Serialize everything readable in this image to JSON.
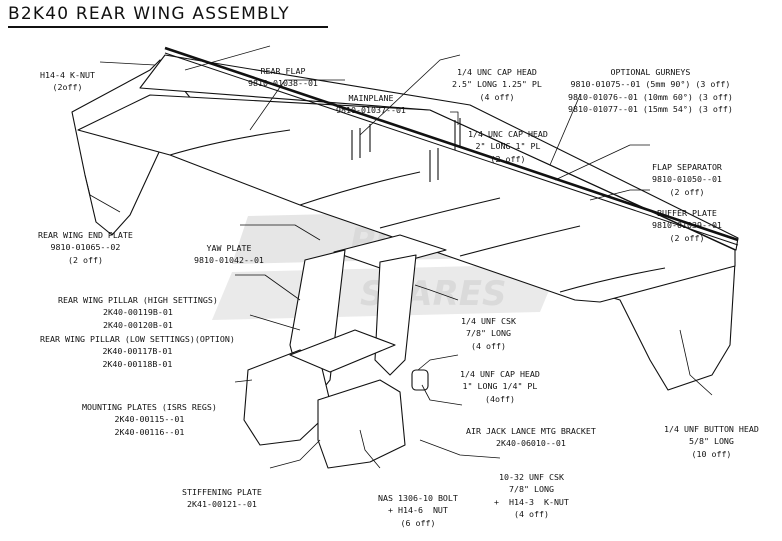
{
  "title": "B2K40 REAR WING ASSEMBLY",
  "watermark": {
    "line1": "PITLANE",
    "line2": "SPARES",
    "color": "#c9c9c9"
  },
  "callouts": {
    "k_nut": [
      "H14-4 K-NUT",
      "(2off)"
    ],
    "rear_flap": [
      "REAR FLAP",
      "9810-01038--01"
    ],
    "mainplane": [
      "MAINPLANE",
      "9810-01037--01"
    ],
    "cap_head_a": [
      "1/4 UNC CAP HEAD",
      "2.5\" LONG 1.25\" PL",
      "(4 off)"
    ],
    "cap_head_b": [
      "1/4 UNC CAP HEAD",
      "2\" LONG 1\" PL",
      "(2 off)"
    ],
    "gurneys": [
      "OPTIONAL GURNEYS",
      "9810-01075--01 (5mm 90°) (3 off)",
      "9810-01076--01 (10mm 60°) (3 off)",
      "9810-01077--01 (15mm 54°) (3 off)"
    ],
    "end_plate": [
      "REAR WING END PLATE",
      "9810-01065--02",
      "(2 off)"
    ],
    "flap_sep": [
      "FLAP SEPARATOR",
      "9810-01050--01",
      "(2 off)"
    ],
    "buffer": [
      "BUFFER PLATE",
      "9810-01039--01",
      "(2 off)"
    ],
    "yaw": [
      "YAW PLATE",
      "9810-01042--01"
    ],
    "pillar_high": [
      "REAR WING PILLAR (HIGH SETTINGS)",
      "2K40-00119B-01",
      "2K40-00120B-01"
    ],
    "pillar_low": [
      "REAR WING PILLAR (LOW SETTINGS)(OPTION)",
      "2K40-00117B-01",
      "2K40-00118B-01"
    ],
    "csk_quarter": [
      "1/4 UNF CSK",
      "7/8\" LONG",
      "(4 off)"
    ],
    "cap_unf": [
      "1/4 UNF CAP HEAD",
      "1\" LONG 1/4\" PL",
      "(4off)"
    ],
    "mounting": [
      "MOUNTING PLATES (ISRS REGS)",
      "2K40-00115--01",
      "2K40-00116--01"
    ],
    "air_jack": [
      "AIR JACK LANCE MTG BRACKET",
      "2K40-06010--01"
    ],
    "button_head": [
      "1/4 UNF BUTTON HEAD",
      "5/8\" LONG",
      "(10 off)"
    ],
    "csk_1032": [
      "10-32 UNF CSK",
      "7/8\" LONG",
      "+  H14-3  K-NUT",
      "(4 off)"
    ],
    "stiffening": [
      "STIFFENING PLATE",
      "2K41-00121--01"
    ],
    "nas_bolt": [
      "NAS 1306-10 BOLT",
      "+ H14-6  NUT",
      "(6 off)"
    ]
  }
}
